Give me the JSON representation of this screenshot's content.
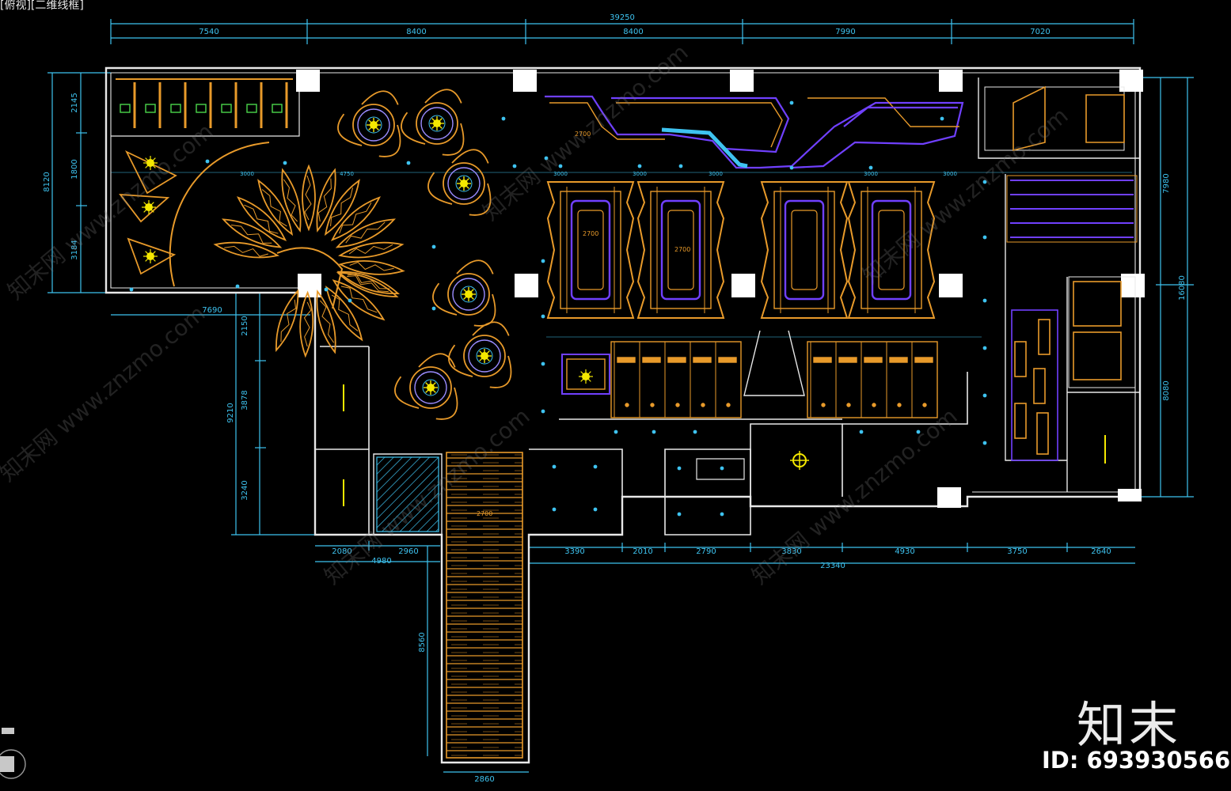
{
  "viewport_label": "[俯视][二维线框]",
  "brand": "知末",
  "id_tag": "ID: 693930566",
  "watermark": "知末网 www.znzmo.com",
  "colors": {
    "background": "#000000",
    "wall": "#e8e8e8",
    "dimension": "#3ec3f0",
    "ceiling_orange": "#e89a2a",
    "ceiling_purple": "#7040ff",
    "light_yellow": "#f5e800",
    "column": "#ffffff"
  },
  "dimensions": {
    "total_top": "39250",
    "top_segments": [
      "7540",
      "8400",
      "8400",
      "7990",
      "7020"
    ],
    "left_total": "8120",
    "left_segments": [
      "2145",
      "1800",
      "3184"
    ],
    "left_lower_total": "9210",
    "left_lower_segments": [
      "2150",
      "3878",
      "3240"
    ],
    "right_total": "16080",
    "right_segments": [
      "7980",
      "8080"
    ],
    "left_wing_width": "7690",
    "bottom_left_segments": [
      "2080",
      "2960"
    ],
    "bottom_left_total": "4980",
    "bottom_right_segments": [
      "3390",
      "2010",
      "2790",
      "3830",
      "4930",
      "3750",
      "2640"
    ],
    "bottom_right_total": "23340",
    "corridor_length": "8560",
    "corridor_width": "2860",
    "grid_spacing_labels": [
      "3000",
      "4750",
      "3000",
      "3000",
      "3000",
      "3000",
      "3000"
    ],
    "ceiling_height_marks": [
      "2700",
      "2700",
      "2700",
      "2700"
    ]
  }
}
